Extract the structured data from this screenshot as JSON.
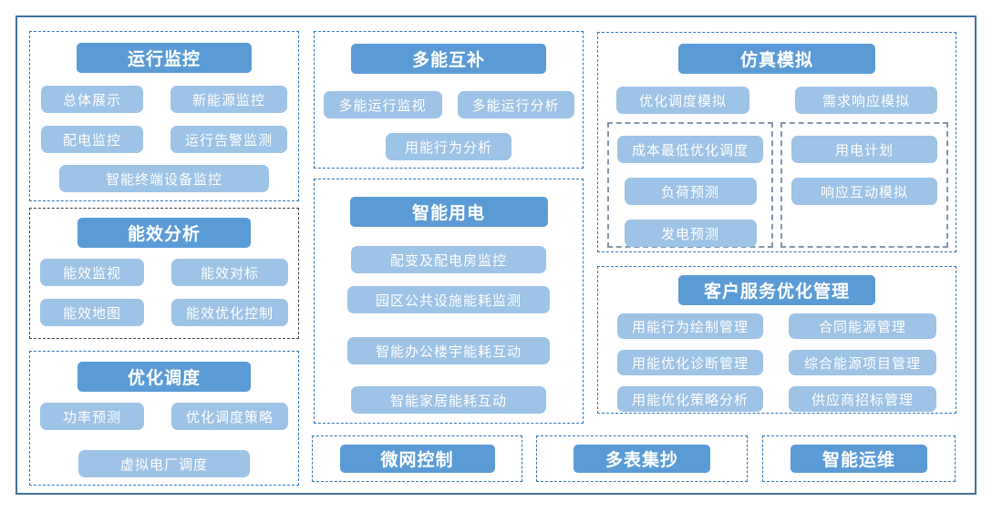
{
  "colors": {
    "header_bg": "#5B9BD5",
    "item_bg": "#9DC3E6",
    "panel_border": "#2E75B6",
    "dark_panel_border": "#3f3f3f",
    "subpanel_border": "#8496AA",
    "outer_border": "#41719C",
    "text": "#FFFFFF"
  },
  "panels": {
    "operation_monitoring": {
      "title": "运行监控",
      "items": [
        "总体展示",
        "新能源监控",
        "配电监控",
        "运行告警监测",
        "智能终端设备监控"
      ]
    },
    "energy_efficiency_analysis": {
      "title": "能效分析",
      "items": [
        "能效监视",
        "能效对标",
        "能效地图",
        "能效优化控制"
      ]
    },
    "optimal_dispatch": {
      "title": "优化调度",
      "items": [
        "功率预测",
        "优化调度策略",
        "虚拟电厂调度"
      ]
    },
    "multi_energy_complementation": {
      "title": "多能互补",
      "items": [
        "多能运行监视",
        "多能运行分析",
        "用能行为分析"
      ]
    },
    "smart_power_usage": {
      "title": "智能用电",
      "items": [
        "配变及配电房监控",
        "园区公共设施能耗监测",
        "智能办公楼宇能耗互动",
        "智能家居能耗互动"
      ]
    },
    "simulation": {
      "title": "仿真模拟",
      "items": [
        "优化调度模拟",
        "需求响应模拟"
      ],
      "sub_left_items": [
        "成本最低优化调度",
        "负荷预测",
        "发电预测"
      ],
      "sub_right_items": [
        "用电计划",
        "响应互动模拟"
      ]
    },
    "customer_service_optimization": {
      "title": "客户服务优化管理",
      "items": [
        "用能行为绘制管理",
        "合同能源管理",
        "用能优化诊断管理",
        "综合能源项目管理",
        "用能优化策略分析",
        "供应商招标管理"
      ]
    },
    "microgrid_control": {
      "title": "微网控制"
    },
    "multi_meter_reading": {
      "title": "多表集抄"
    },
    "smart_operation_maintenance": {
      "title": "智能运维"
    }
  }
}
